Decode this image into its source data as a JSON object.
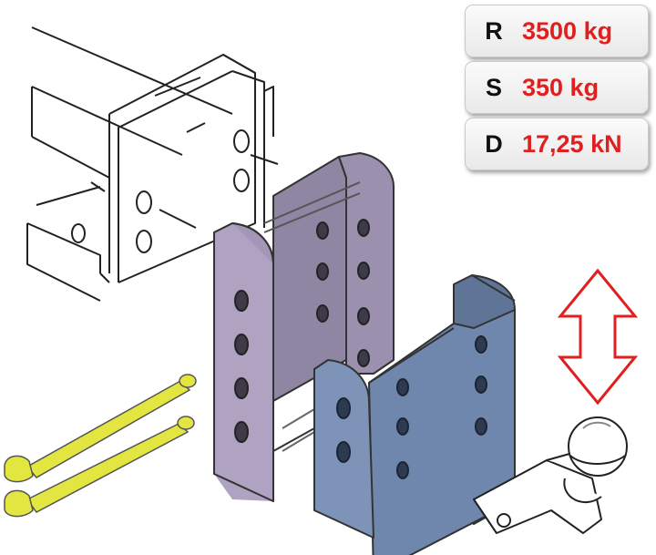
{
  "specs": [
    {
      "letter": "R",
      "value": "3500 kg"
    },
    {
      "letter": "S",
      "value": "350 kg"
    },
    {
      "letter": "D",
      "value": "17,25 kN"
    }
  ],
  "colors": {
    "value_text": "#e01f1f",
    "tall_bracket": "#a596b8",
    "lower_bracket": "#6f86ad",
    "pins": "#e3e640",
    "arrow": "#e01f1f"
  },
  "icons": [
    "vehicle-frame-outline",
    "adjustable-bracket",
    "sliding-bracket",
    "locking-pin",
    "tow-ball-coupling",
    "up-down-arrow-icon"
  ]
}
